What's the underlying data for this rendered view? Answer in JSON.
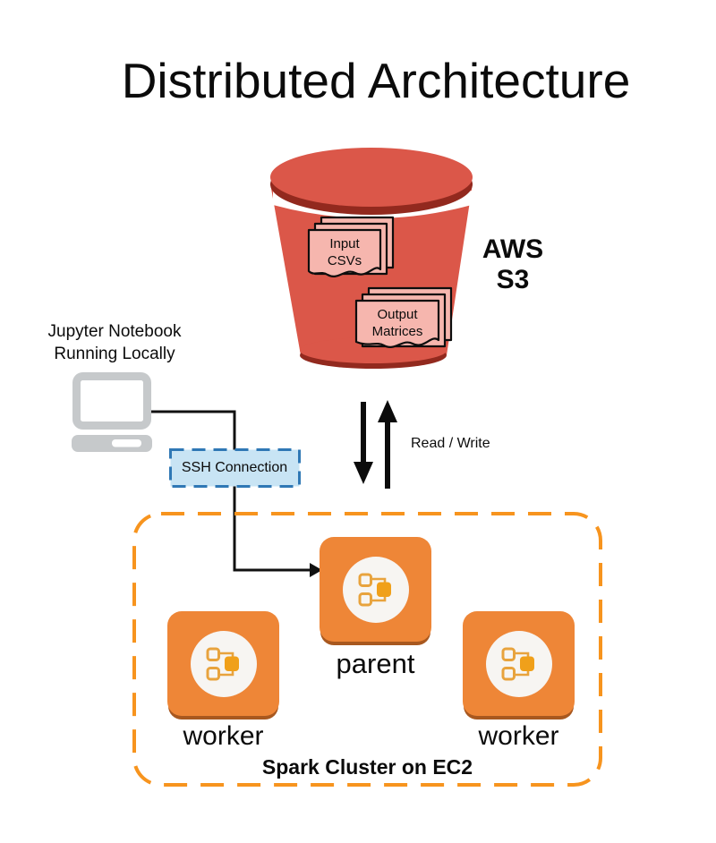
{
  "title": "Distributed Architecture",
  "s3": {
    "label_line1": "AWS",
    "label_line2": "S3",
    "docs": [
      {
        "line1": "Input",
        "line2": "CSVs"
      },
      {
        "line1": "Output",
        "line2": "Matrices"
      }
    ]
  },
  "jupyter": {
    "line1": "Jupyter Notebook",
    "line2": "Running Locally"
  },
  "ssh": {
    "label": "SSH Connection"
  },
  "transfer": {
    "label": "Read / Write"
  },
  "cluster": {
    "caption": "Spark Cluster on EC2",
    "nodes": [
      {
        "label": "parent"
      },
      {
        "label": "worker"
      },
      {
        "label": "worker"
      }
    ]
  },
  "colors": {
    "bucket_red": "#DB5749",
    "bucket_dark_red": "#92291E",
    "document_pink": "#F6B6AE",
    "laptop_gray": "#C6C9CB",
    "ssh_fill": "#C8E4F4",
    "ssh_border": "#2F78B5",
    "cluster_dash_orange": "#F7941E",
    "node_orange": "#EE8637",
    "node_shadow": "#A8581F",
    "icon_amber": "#E8A33D",
    "icon_amber_fill": "#F0A01A",
    "line_black": "#111111"
  }
}
